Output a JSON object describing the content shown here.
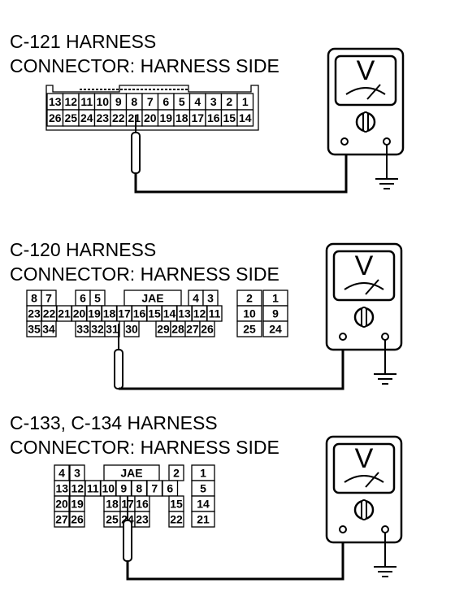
{
  "sections": [
    {
      "title_line1": "C-121 HARNESS",
      "title_line2": "CONNECTOR: HARNESS SIDE",
      "connector_rows": [
        [
          "13",
          "12",
          "11",
          "10",
          "9",
          "8",
          "7",
          "6",
          "5",
          "4",
          "3",
          "2",
          "1"
        ],
        [
          "26",
          "25",
          "24",
          "23",
          "22",
          "21",
          "20",
          "19",
          "18",
          "17",
          "16",
          "15",
          "14"
        ]
      ],
      "probed_terminal": "21"
    },
    {
      "title_line1": "C-120 HARNESS",
      "title_line2": "CONNECTOR: HARNESS SIDE",
      "connector_rows": [
        [
          "8",
          "7",
          "",
          "6",
          "5",
          "",
          "JAE",
          "",
          "4",
          "3",
          "",
          "2",
          "1"
        ],
        [
          "23",
          "22",
          "21",
          "20",
          "19",
          "18",
          "17",
          "16",
          "15",
          "14",
          "13",
          "12",
          "11",
          "10",
          "9"
        ],
        [
          "35",
          "34",
          "",
          "33",
          "32",
          "31",
          "",
          "30",
          "",
          "29",
          "28",
          "27",
          "26",
          "",
          "25",
          "24"
        ]
      ],
      "jae_label": "JAE",
      "probed_terminal": "31"
    },
    {
      "title_line1": "C-133, C-134 HARNESS",
      "title_line2": "CONNECTOR: HARNESS SIDE",
      "connector_rows": [
        [
          "4",
          "3",
          "",
          "JAE",
          "",
          "2",
          "1"
        ],
        [
          "13",
          "12",
          "11",
          "10",
          "9",
          "8",
          "7",
          "6",
          "5"
        ],
        [
          "20",
          "19",
          "",
          "18",
          "17",
          "16",
          "",
          "15",
          "14"
        ],
        [
          "27",
          "26",
          "",
          "25",
          "24",
          "23",
          "",
          "22",
          "21"
        ]
      ],
      "jae_label": "JAE",
      "probed_terminal": "24"
    }
  ],
  "meter": {
    "function_symbol": "V",
    "type": "voltmeter"
  }
}
